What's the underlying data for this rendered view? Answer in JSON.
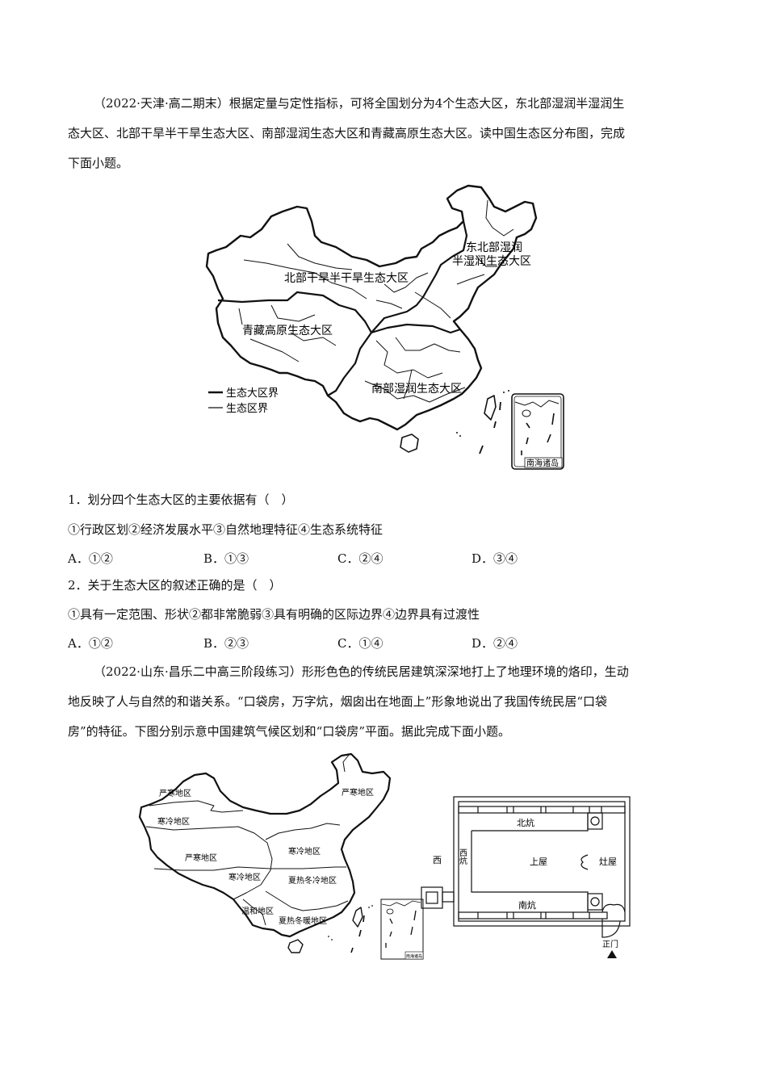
{
  "passage1": {
    "lines": [
      "（2022·天津·高二期末）根据定量与定性指标，可将全国划分为4个生态大区，东北部湿润半湿润生",
      "态大区、北部干旱半干旱生态大区、南部湿润生态大区和青藏高原生态大区。读中国生态区分布图，完成",
      "下面小题。"
    ]
  },
  "figure1": {
    "labels": {
      "northeast_line1": "东北部湿润",
      "northeast_line2": "半湿润生态大区",
      "north": "北部干旱半干旱生态大区",
      "qinghai_tibet": "青藏高原生态大区",
      "south": "南部湿润生态大区",
      "inset": "南海诸岛"
    },
    "legend": [
      {
        "symbol": "thick-line",
        "label": "生态大区界"
      },
      {
        "symbol": "thin-line",
        "label": "生态区界"
      }
    ]
  },
  "questions": [
    {
      "stem": "1．划分四个生态大区的主要依据有（　）",
      "statements": "①行政区划②经济发展水平③自然地理特征④生态系统特征",
      "options": [
        {
          "letter": "A．",
          "value": "①②"
        },
        {
          "letter": "B．",
          "value": "①③"
        },
        {
          "letter": "C．",
          "value": "②④"
        },
        {
          "letter": "D．",
          "value": "③④"
        }
      ]
    },
    {
      "stem": "2．关于生态大区的叙述正确的是（　）",
      "statements": "①具有一定范围、形状②都非常脆弱③具有明确的区际边界④边界具有过渡性",
      "options": [
        {
          "letter": "A．",
          "value": "①②"
        },
        {
          "letter": "B．",
          "value": "②③"
        },
        {
          "letter": "C．",
          "value": "①④"
        },
        {
          "letter": "D．",
          "value": "②④"
        }
      ]
    }
  ],
  "passage2": {
    "lines": [
      "（2022·山东·昌乐二中高三阶段练习）形形色色的传统民居建筑深深地打上了地理环境的烙印，生动",
      "地反映了人与自然的和谐关系。“口袋房，万字炕，烟囱出在地面上”形象地说出了我国传统民居“口袋",
      "房”的特征。下图分别示意中国建筑气候区划和“口袋房”平面。据此完成下面小题。"
    ]
  },
  "figure2": {
    "map_labels": {
      "nw_severe_cold": "严寒地区",
      "ne_severe_cold": "严寒地区",
      "w_cold": "寒冷地区",
      "tibet_severe_cold": "严寒地区",
      "n_cold": "寒冷地区",
      "sw_cold": "寒冷地区",
      "hot_summer_cold_winter": "夏热冬冷地区",
      "mild": "温和地区",
      "hot_summer_warm_winter": "夏热冬暖地区",
      "inset": "南海诸岛"
    },
    "floor_plan": {
      "west": "西",
      "north_kang": "北炕",
      "west_kang": "西炕",
      "main_room": "上屋",
      "kitchen": "灶屋",
      "south_kang": "南炕",
      "front_door": "正门"
    }
  }
}
